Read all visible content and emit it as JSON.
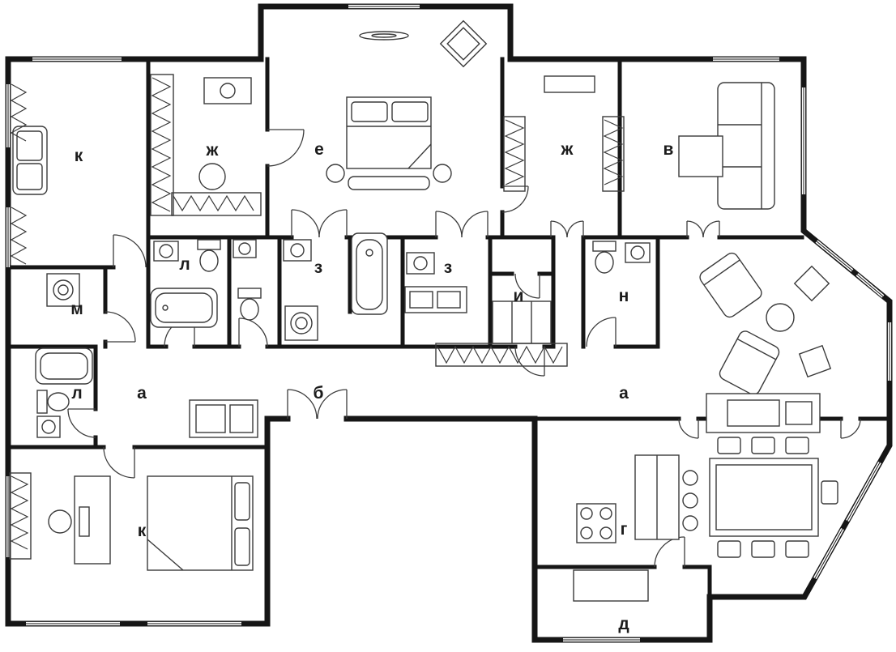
{
  "plan": {
    "wall_color": "#161616",
    "rooms": {
      "k_top": "к",
      "zh_left": "ж",
      "e_bedroom": "е",
      "zh_right": "ж",
      "v_living": "в",
      "l_mid": "л",
      "m_room": "м",
      "z_left": "з",
      "z_right": "з",
      "i_room": "и",
      "n_room": "н",
      "l_low": "л",
      "a_left": "а",
      "b_hall": "б",
      "a_right": "а",
      "k_low": "к",
      "g_kitchen": "г",
      "d_room": "д"
    }
  }
}
